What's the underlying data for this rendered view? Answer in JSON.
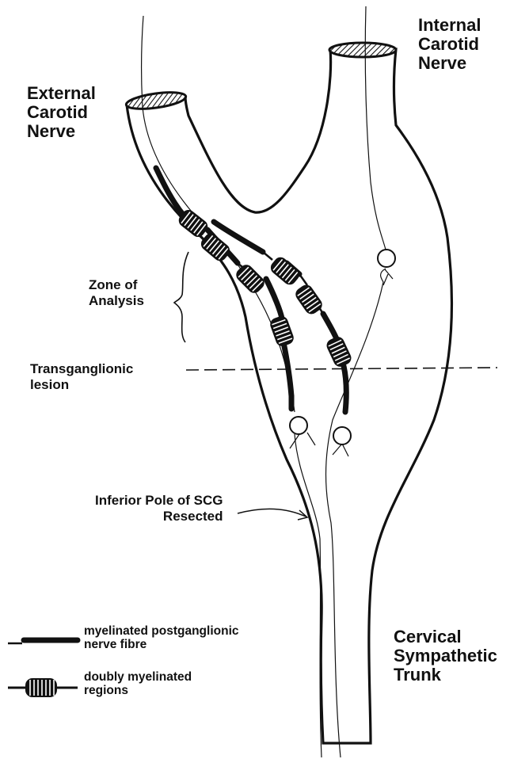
{
  "labels": {
    "internal_carotid": [
      "Internal",
      "Carotid",
      "Nerve"
    ],
    "external_carotid": [
      "External",
      "Carotid",
      "Nerve"
    ],
    "zone_of_analysis": [
      "Zone of",
      "Analysis"
    ],
    "transganglionic_lesion": [
      "Transganglionic",
      "lesion"
    ],
    "inferior_pole": [
      "Inferior Pole of SCG",
      "Resected"
    ],
    "cervical_trunk": [
      "Cervical",
      "Sympathetic",
      "Trunk"
    ]
  },
  "legend": {
    "myelinated": [
      "myelinated postganglionic",
      "nerve fibre"
    ],
    "doubly_myelinated": [
      "doubly myelinated",
      "regions"
    ]
  },
  "colors": {
    "ink": "#111111",
    "paper": "#ffffff"
  }
}
